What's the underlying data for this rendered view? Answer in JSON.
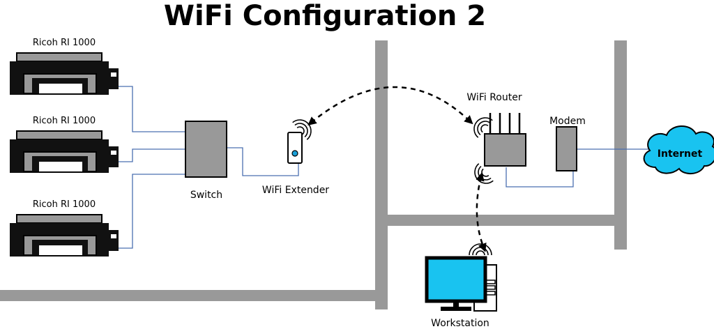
{
  "title": "WiFi Configuration 2",
  "printers": [
    {
      "label": "Ricoh RI 1000"
    },
    {
      "label": "Ricoh RI 1000"
    },
    {
      "label": "Ricoh RI 1000"
    }
  ],
  "switch": {
    "label": "Switch"
  },
  "extender": {
    "label": "WiFi Extender"
  },
  "router": {
    "label": "WiFi Router"
  },
  "modem": {
    "label": "Modem"
  },
  "internet": {
    "label": "Internet"
  },
  "workstation": {
    "label": "Workstation"
  },
  "colors": {
    "wall": "#999999",
    "cable": "#4a6fb0",
    "cloud": "#19c3f0",
    "screen": "#19c3f0",
    "device": "#999999",
    "led": "#1aa0d8"
  },
  "icons": [
    "printer-icon",
    "switch-icon",
    "wifi-extender-icon",
    "router-icon",
    "modem-icon",
    "cloud-icon",
    "workstation-icon",
    "wifi-signal-icon"
  ]
}
